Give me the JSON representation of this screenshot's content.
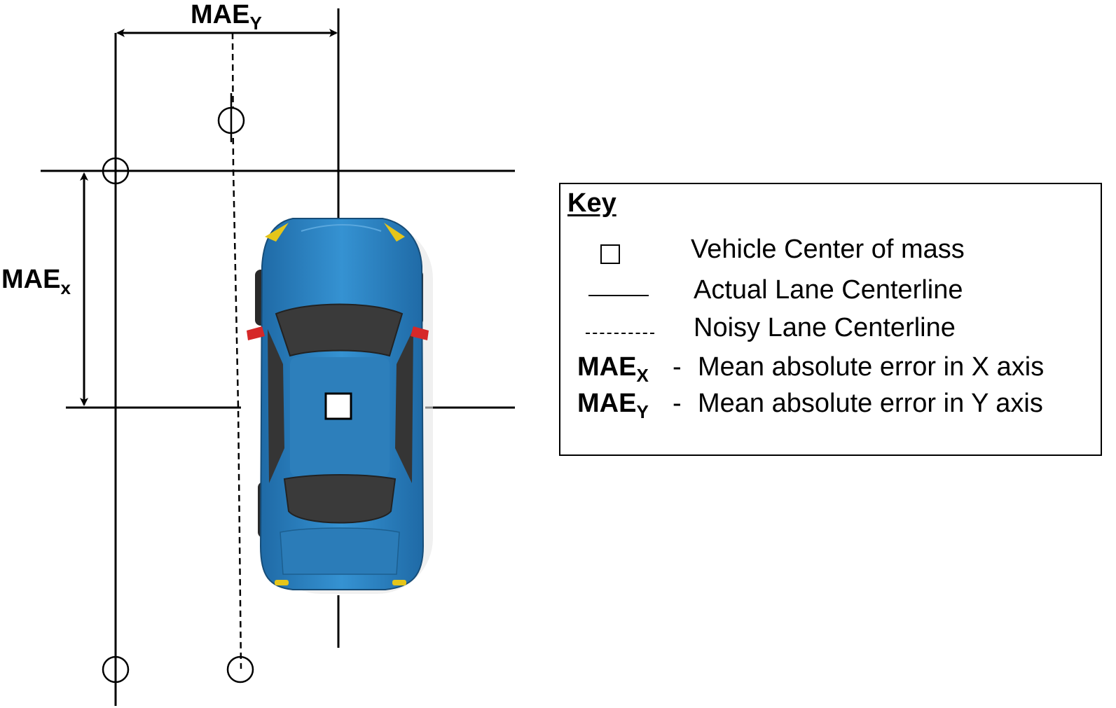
{
  "diagram": {
    "labels": {
      "mae_y_main": "MAE",
      "mae_y_sub": "Y",
      "mae_x_main": "MAE",
      "mae_x_sub": "x"
    },
    "colors": {
      "car_body": "#2f86c4",
      "car_window": "#3a3a3a",
      "mirror": "#d62828",
      "headlight": "#e5c51a"
    }
  },
  "key": {
    "title": "Key",
    "rows": [
      {
        "symbol": "square-icon",
        "text": "Vehicle Center of mass"
      },
      {
        "symbol": "solid-line-icon",
        "text": "Actual Lane Centerline"
      },
      {
        "symbol": "dashed-line-icon",
        "text": "Noisy Lane Centerline"
      },
      {
        "term_main": "MAE",
        "term_sub": "X",
        "separator": "-",
        "text": "Mean absolute error in X axis"
      },
      {
        "term_main": "MAE",
        "term_sub": "Y",
        "separator": "-",
        "text": "Mean absolute error in Y axis"
      }
    ]
  }
}
